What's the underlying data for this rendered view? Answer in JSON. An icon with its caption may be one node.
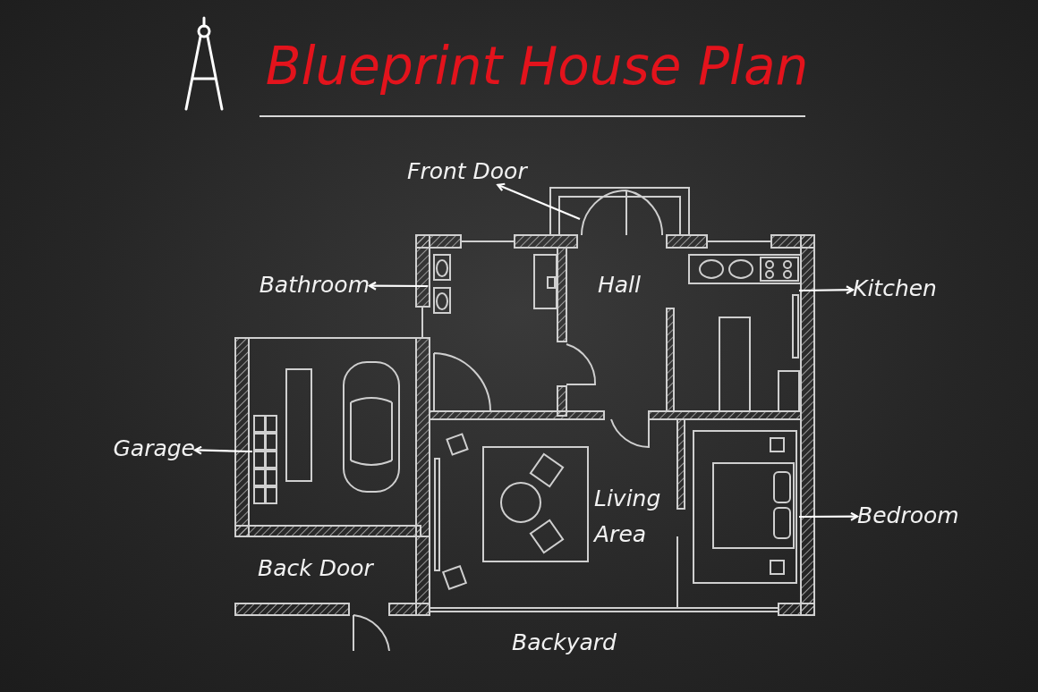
{
  "diagram": {
    "title": "Blueprint House Plan",
    "nodes": [
      {
        "text": [
          "Front Door"
        ]
      },
      {
        "text": [
          "Bathroom"
        ]
      },
      {
        "text": [
          "Kitchen"
        ]
      },
      {
        "text": [
          "Garage"
        ]
      },
      {
        "text": [
          "Bedroom"
        ]
      }
    ],
    "edges": [
      {
        "from": null,
        "to": 0,
        "arrow": "to"
      },
      {
        "from": null,
        "to": 1,
        "arrow": "to"
      },
      {
        "from": null,
        "to": 2,
        "arrow": "to"
      },
      {
        "from": null,
        "to": 3,
        "arrow": "to"
      },
      {
        "from": null,
        "to": 4,
        "arrow": "to"
      }
    ],
    "labels": [
      "Hall",
      "Living Area",
      "Back Door",
      "Backyard"
    ]
  }
}
